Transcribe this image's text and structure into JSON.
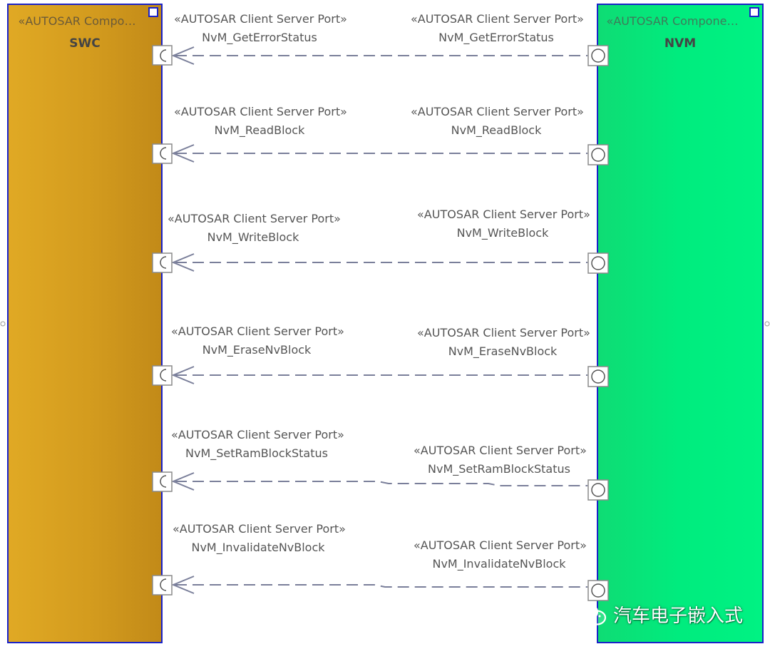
{
  "components": {
    "swc": {
      "stereotype": "«AUTOSAR Compo…",
      "name": "SWC",
      "color": "#d39b1e"
    },
    "nvm": {
      "stereotype": "«AUTOSAR Compone…",
      "name": "NVM",
      "color": "#00ec7e"
    }
  },
  "connections": [
    {
      "required_port": {
        "stereotype": "«AUTOSAR Client Server Port»",
        "name": "NvM_GetErrorStatus"
      },
      "provided_port": {
        "stereotype": "«AUTOSAR Client Server Port»",
        "name": "NvM_GetErrorStatus"
      }
    },
    {
      "required_port": {
        "stereotype": "«AUTOSAR Client Server Port»",
        "name": "NvM_ReadBlock"
      },
      "provided_port": {
        "stereotype": "«AUTOSAR Client Server Port»",
        "name": "NvM_ReadBlock"
      }
    },
    {
      "required_port": {
        "stereotype": "«AUTOSAR Client Server Port»",
        "name": "NvM_WriteBlock"
      },
      "provided_port": {
        "stereotype": "«AUTOSAR Client Server Port»",
        "name": "NvM_WriteBlock"
      }
    },
    {
      "required_port": {
        "stereotype": "«AUTOSAR Client Server Port»",
        "name": "NvM_EraseNvBlock"
      },
      "provided_port": {
        "stereotype": "«AUTOSAR Client Server Port»",
        "name": "NvM_EraseNvBlock"
      }
    },
    {
      "required_port": {
        "stereotype": "«AUTOSAR Client Server Port»",
        "name": "NvM_SetRamBlockStatus"
      },
      "provided_port": {
        "stereotype": "«AUTOSAR Client Server Port»",
        "name": "NvM_SetRamBlockStatus"
      }
    },
    {
      "required_port": {
        "stereotype": "«AUTOSAR Client Server Port»",
        "name": "NvM_InvalidateNvBlock"
      },
      "provided_port": {
        "stereotype": "«AUTOSAR Client Server Port»",
        "name": "NvM_InvalidateNvBlock"
      }
    }
  ],
  "watermark": {
    "text": "汽车电子嵌入式",
    "icon": "wechat-icon"
  },
  "colors": {
    "connector": "#7a7f9a",
    "component_border": "#1a22c8"
  }
}
